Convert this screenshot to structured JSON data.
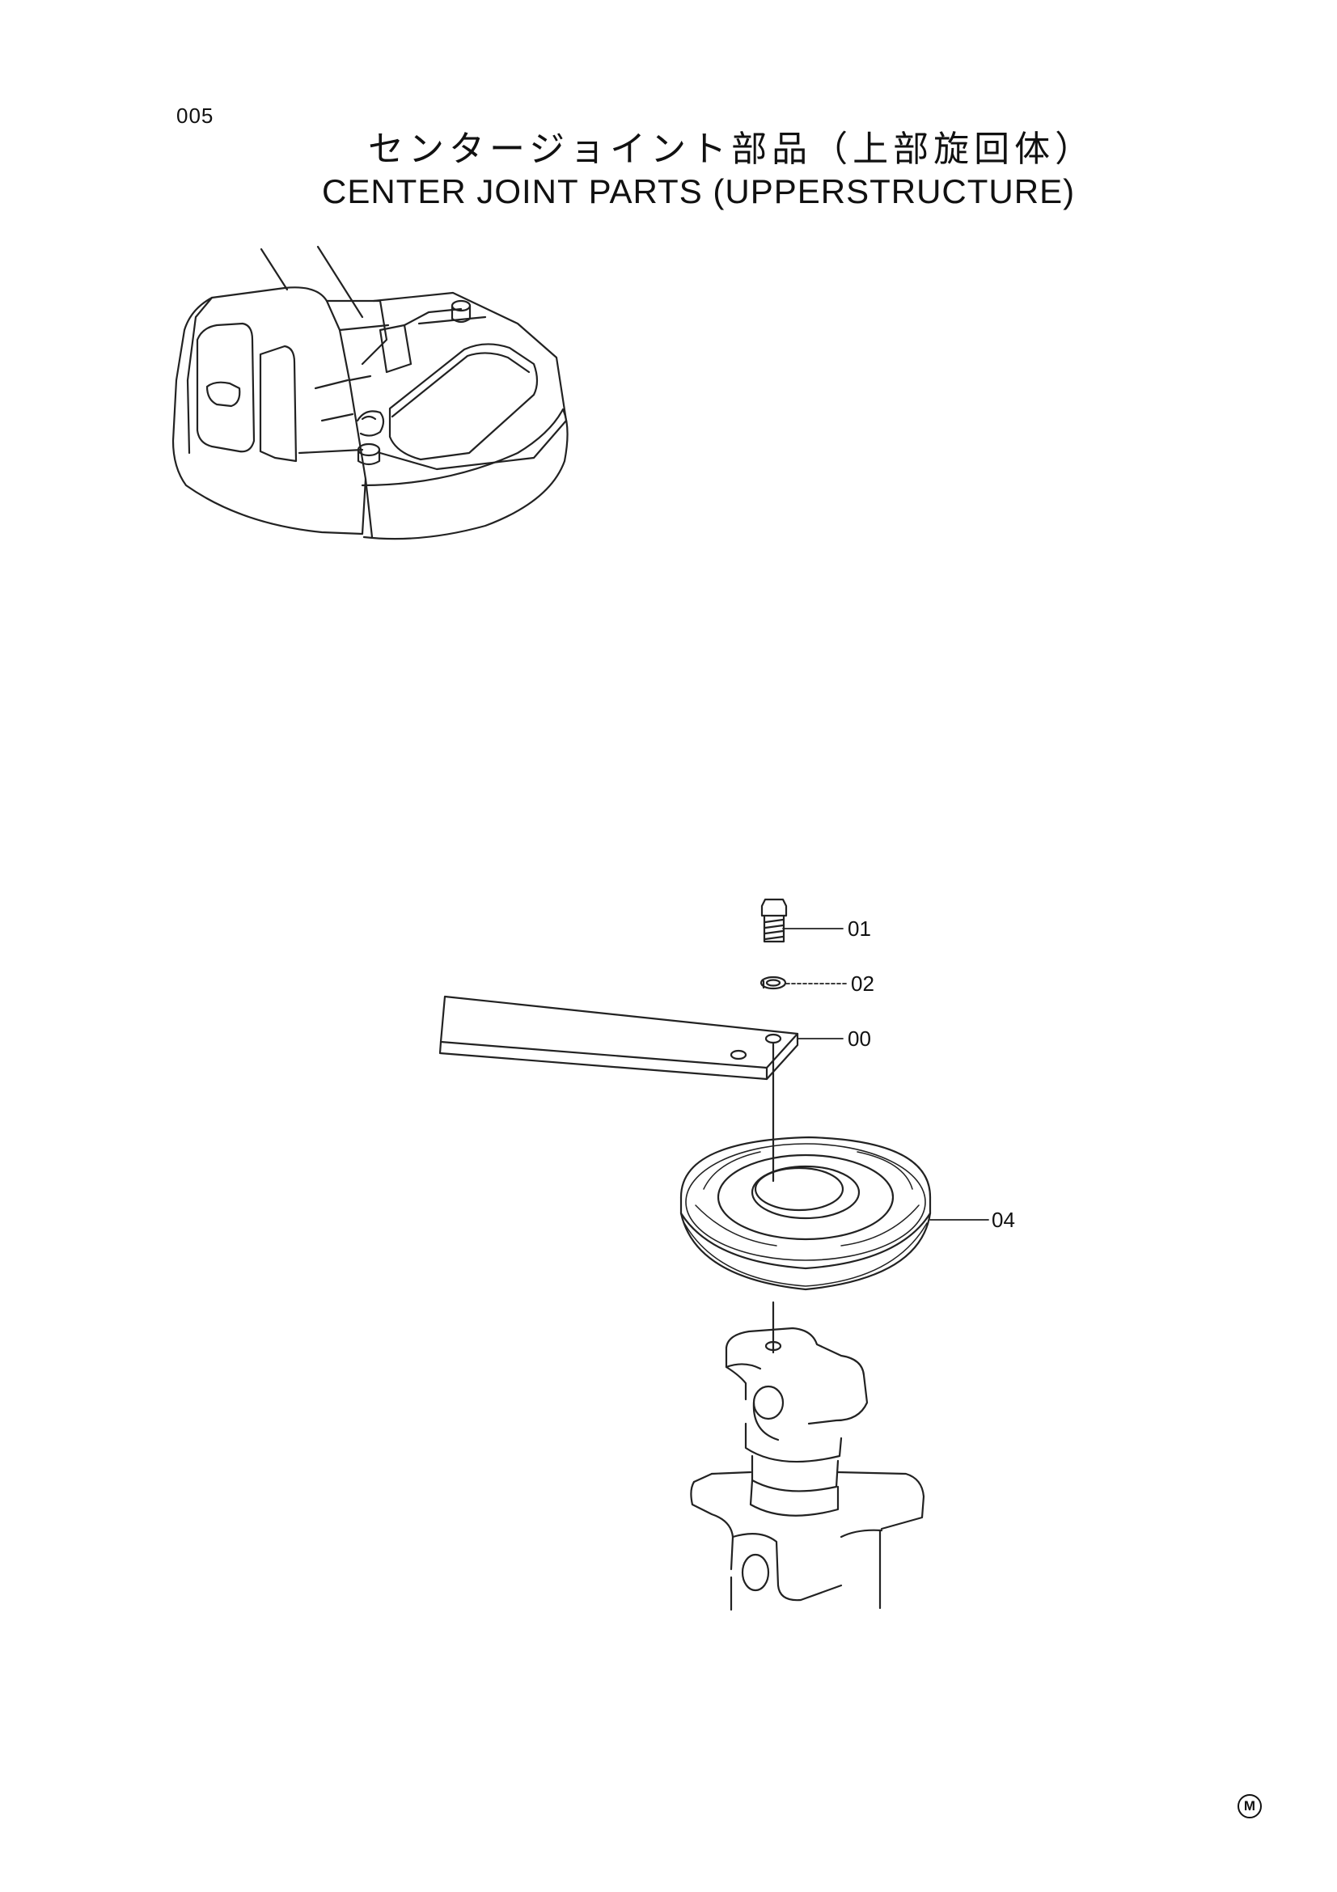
{
  "page_number": "005",
  "title_japanese": "センタージョイント部品（上部旋回体）",
  "title_english": "CENTER JOINT PARTS (UPPERSTRUCTURE)",
  "callouts": [
    "01",
    "02",
    "00",
    "04"
  ],
  "corner_mark": "M"
}
